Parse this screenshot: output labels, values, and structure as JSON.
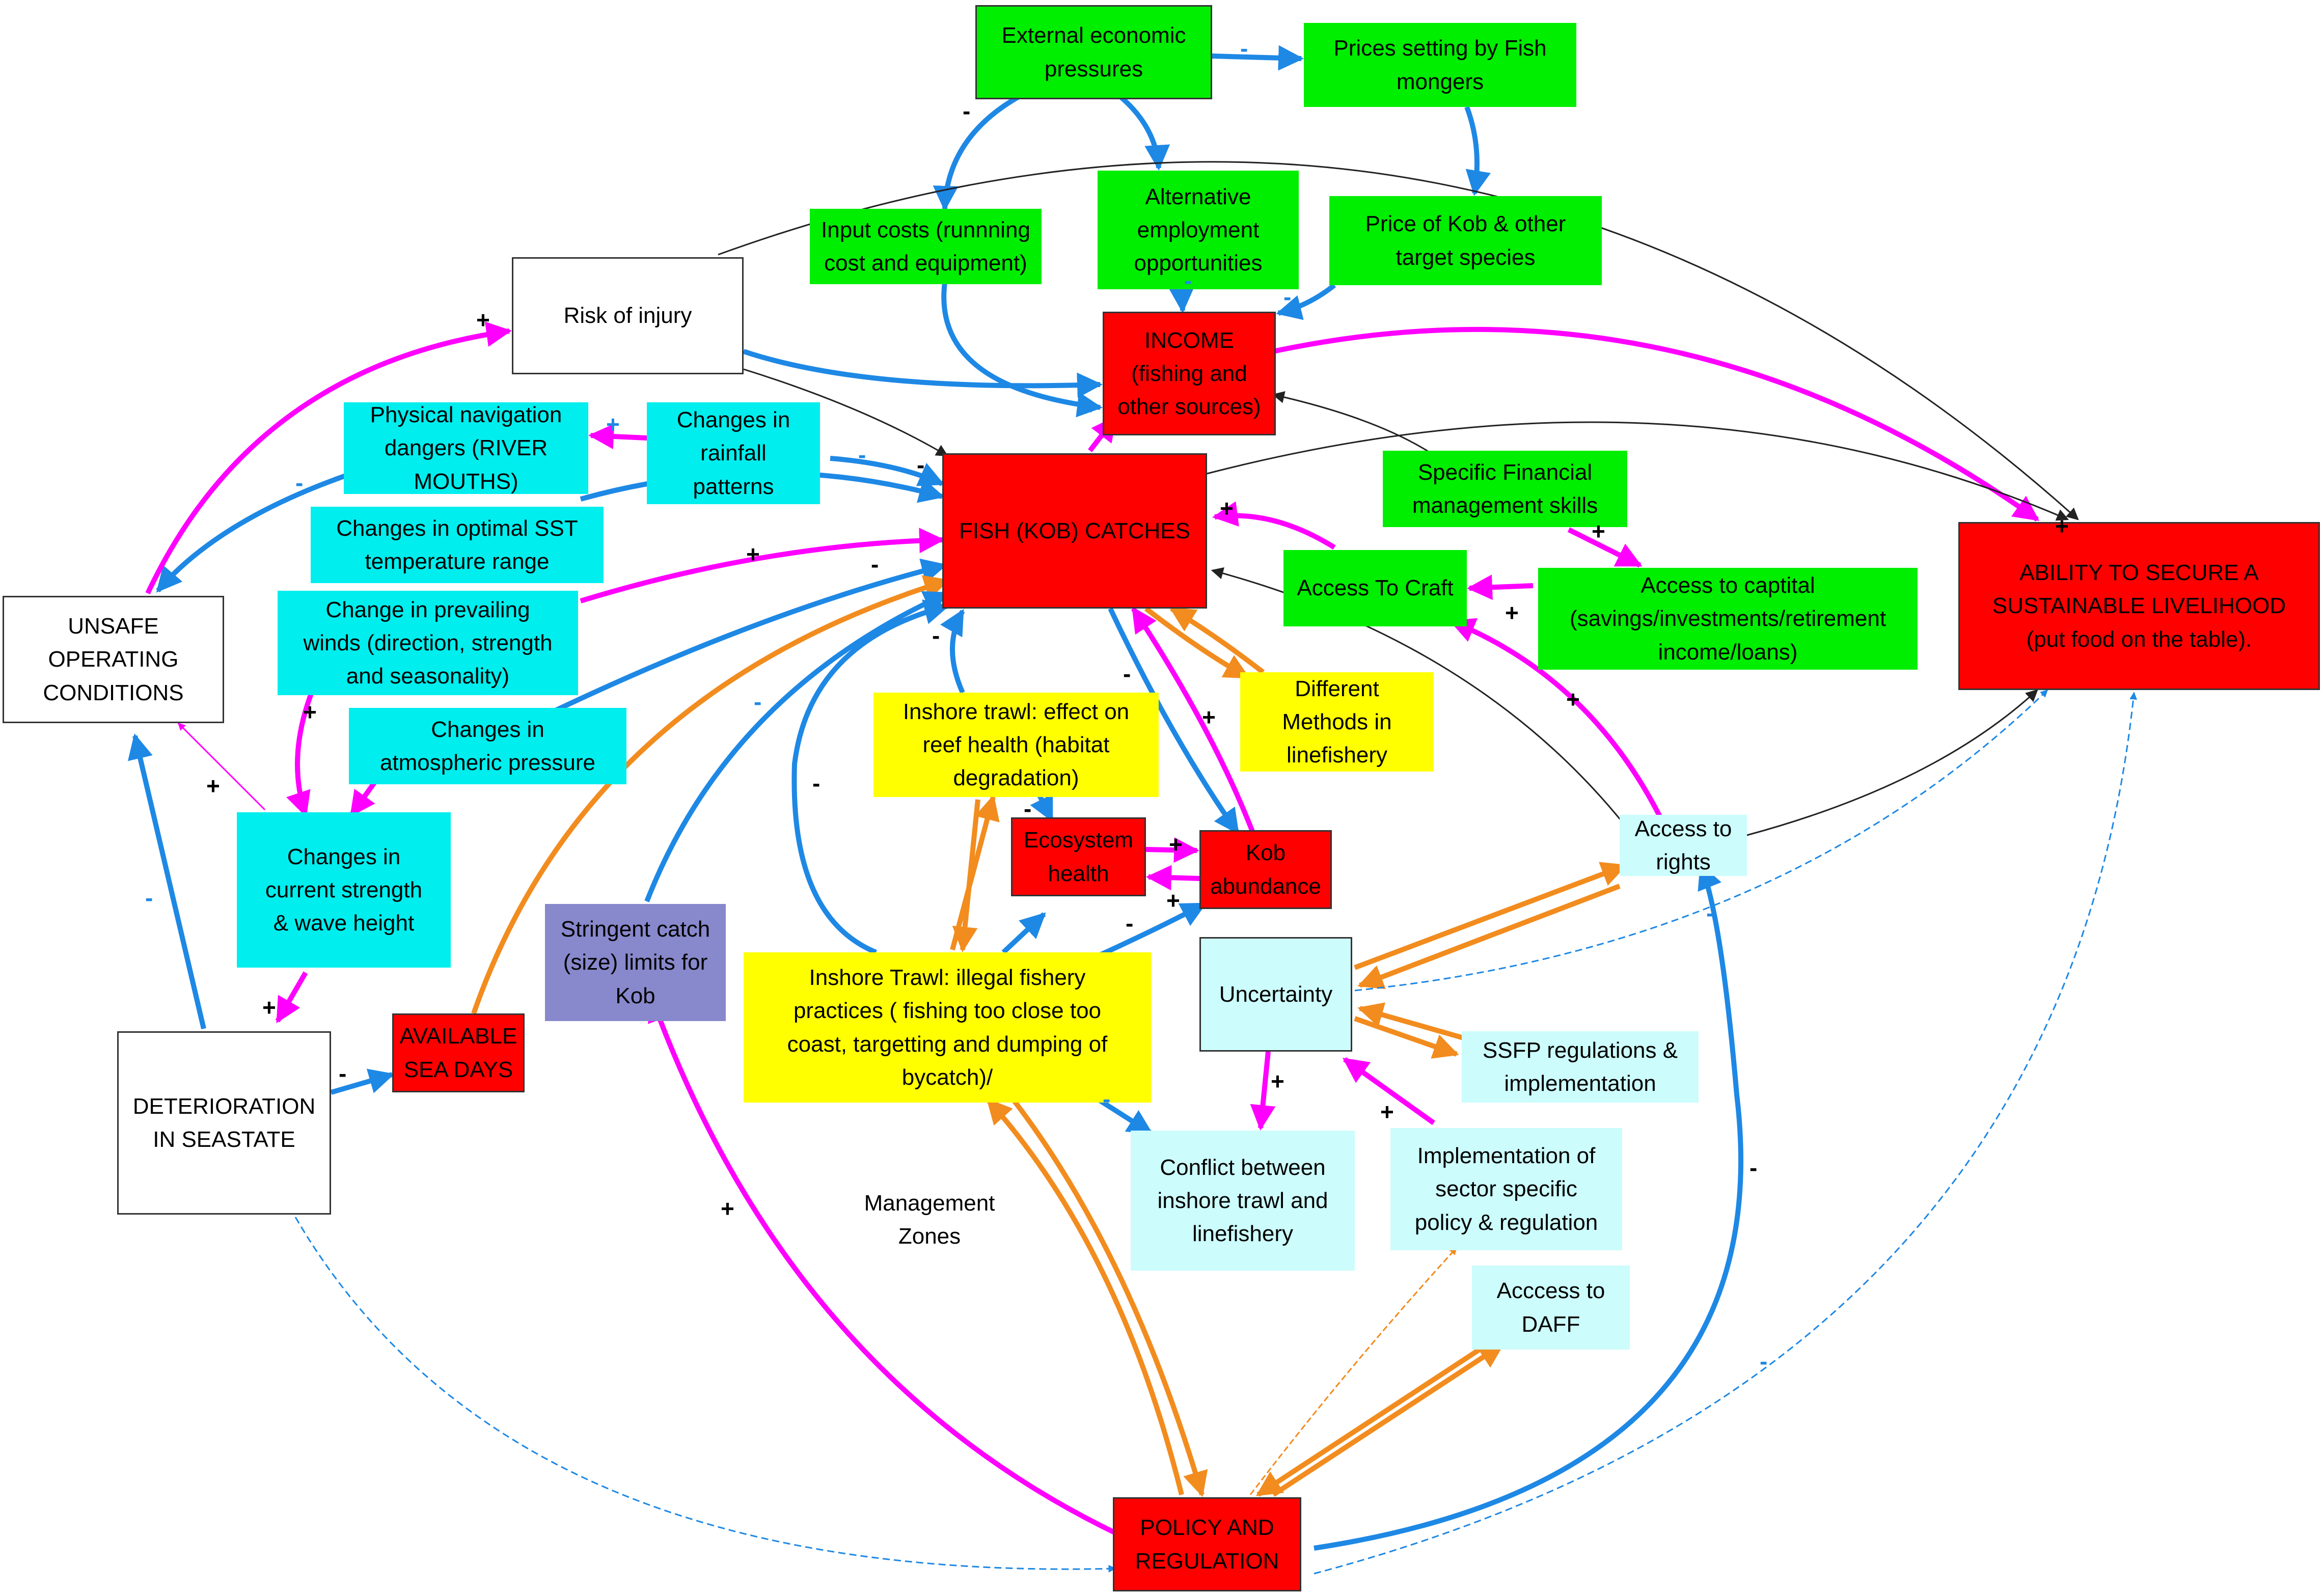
{
  "colors": {
    "economic": "#00ee00",
    "physical": "#00eeee",
    "governance": "#ccfcfc",
    "fishery_practice": "#ffff00",
    "core": "#ff0000",
    "catch_limit": "#8888cc",
    "neutral": "#ffffff",
    "link_negative": "#1e88e5",
    "link_positive": "#ff00ff",
    "link_bidirectional": "#f28c1e",
    "link_weak": "#222222"
  },
  "nodes": {
    "external_economic_pressures": {
      "lines": [
        "External economic",
        "pressures"
      ],
      "group": "economic"
    },
    "prices_setting_by_fishmongers": {
      "lines": [
        "Prices setting by Fish",
        "mongers"
      ],
      "group": "economic"
    },
    "input_costs": {
      "lines": [
        "Input costs (runnning",
        "cost and equipment)"
      ],
      "group": "economic"
    },
    "alternative_employment": {
      "lines": [
        "Alternative",
        "employment",
        "opportunities"
      ],
      "group": "economic"
    },
    "price_of_kob": {
      "lines": [
        "Price of Kob & other",
        "target species"
      ],
      "group": "economic"
    },
    "specific_financial_skills": {
      "lines": [
        "Specific Financial",
        "management skills"
      ],
      "group": "economic"
    },
    "access_to_craft": {
      "lines": [
        "Access To Craft"
      ],
      "group": "economic"
    },
    "access_to_capital": {
      "lines": [
        "Access to captital",
        "(savings/investments/retirement",
        "income/loans)"
      ],
      "group": "economic"
    },
    "risk_of_injury": {
      "lines": [
        "Risk of injury"
      ],
      "group": "neutral"
    },
    "income": {
      "lines": [
        "INCOME",
        "(fishing and",
        "other sources)"
      ],
      "group": "core"
    },
    "fish_kob_catches": {
      "lines": [
        "FISH (KOB) CATCHES"
      ],
      "group": "core"
    },
    "ability_livelihood": {
      "lines": [
        "ABILITY TO SECURE A",
        "SUSTAINABLE LIVELIHOOD",
        "(put food on the table)."
      ],
      "group": "core"
    },
    "physical_navigation_dangers": {
      "lines": [
        "Physical navigation",
        "dangers (RIVER",
        "MOUTHS)"
      ],
      "group": "physical"
    },
    "changes_in_rainfall": {
      "lines": [
        "Changes in",
        "rainfall",
        "patterns"
      ],
      "group": "physical"
    },
    "changes_in_sst": {
      "lines": [
        "Changes in optimal SST",
        "temperature range"
      ],
      "group": "physical"
    },
    "change_in_winds": {
      "lines": [
        "Change in prevailing",
        "winds (direction, strength",
        "and seasonality)"
      ],
      "group": "physical"
    },
    "changes_in_atmospheric_pressure": {
      "lines": [
        "Changes in",
        "atmospheric pressure"
      ],
      "group": "physical"
    },
    "changes_in_current": {
      "lines": [
        "Changes in",
        "current strength",
        "& wave height"
      ],
      "group": "physical"
    },
    "unsafe_operating_conditions": {
      "lines": [
        "UNSAFE",
        "OPERATING",
        "CONDITIONS"
      ],
      "group": "neutral"
    },
    "deterioration_in_seastate": {
      "lines": [
        "DETERIORATION",
        "IN SEASTATE"
      ],
      "group": "neutral"
    },
    "available_sea_days": {
      "lines": [
        "AVAILABLE",
        "SEA DAYS"
      ],
      "group": "core"
    },
    "stringent_catch_limits": {
      "lines": [
        "Stringent catch",
        "(size) limits for",
        "Kob"
      ],
      "group": "catch_limit"
    },
    "inshore_trawl_reef": {
      "lines": [
        "Inshore trawl: effect on",
        "reef health (habitat",
        "degradation)"
      ],
      "group": "fishery_practice"
    },
    "different_methods": {
      "lines": [
        "Different",
        "Methods in",
        "linefishery"
      ],
      "group": "fishery_practice"
    },
    "ecosystem_health": {
      "lines": [
        "Ecosystem",
        "health"
      ],
      "group": "core"
    },
    "kob_abundance": {
      "lines": [
        "Kob",
        "abundance"
      ],
      "group": "core"
    },
    "inshore_trawl_illegal": {
      "lines": [
        "Inshore Trawl: illegal fishery",
        "practices ( fishing too close too",
        "coast, targetting and dumping of",
        "bycatch)/"
      ],
      "group": "fishery_practice"
    },
    "access_to_rights": {
      "lines": [
        "Access to",
        "rights"
      ],
      "group": "governance"
    },
    "uncertainty": {
      "lines": [
        "Uncertainty"
      ],
      "group": "governance"
    },
    "ssfp_regulations": {
      "lines": [
        "SSFP regulations &",
        "implementation"
      ],
      "group": "governance"
    },
    "conflict_trawl_linefishery": {
      "lines": [
        "Conflict between",
        "inshore trawl and",
        "linefishery"
      ],
      "group": "governance"
    },
    "implementation_sector_policy": {
      "lines": [
        "Implementation of",
        "sector specific",
        "policy & regulation"
      ],
      "group": "governance"
    },
    "access_to_daff": {
      "lines": [
        "Acccess to",
        "DAFF"
      ],
      "group": "governance"
    },
    "policy_and_regulation": {
      "lines": [
        "POLICY AND",
        "REGULATION"
      ],
      "group": "core"
    },
    "management_zones": {
      "lines": [
        "Management",
        "Zones"
      ],
      "group": "free"
    }
  },
  "links": [
    {
      "from": "external_economic_pressures",
      "to": "prices_setting_by_fishmongers",
      "type": "negative",
      "sign": "-"
    },
    {
      "from": "external_economic_pressures",
      "to": "input_costs",
      "type": "negative",
      "sign": "-"
    },
    {
      "from": "external_economic_pressures",
      "to": "alternative_employment",
      "type": "negative",
      "sign": "-"
    },
    {
      "from": "prices_setting_by_fishmongers",
      "to": "price_of_kob",
      "type": "negative",
      "sign": ""
    },
    {
      "from": "alternative_employment",
      "to": "income",
      "type": "negative",
      "sign": "-"
    },
    {
      "from": "price_of_kob",
      "to": "income",
      "type": "negative",
      "sign": "-"
    },
    {
      "from": "input_costs",
      "to": "income",
      "type": "negative",
      "sign": "-"
    },
    {
      "from": "risk_of_injury",
      "to": "income",
      "type": "negative",
      "sign": ""
    },
    {
      "from": "income",
      "to": "ability_livelihood",
      "type": "positive",
      "sign": ""
    },
    {
      "from": "fish_kob_catches",
      "to": "income",
      "type": "positive",
      "sign": ""
    },
    {
      "from": "risk_of_injury",
      "to": "ability_livelihood",
      "type": "weak",
      "sign": ""
    },
    {
      "from": "risk_of_injury",
      "to": "fish_kob_catches",
      "type": "weak",
      "sign": ""
    },
    {
      "from": "fish_kob_catches",
      "to": "ability_livelihood",
      "type": "weak",
      "sign": "+"
    },
    {
      "from": "specific_financial_skills",
      "to": "income",
      "type": "weak",
      "sign": ""
    },
    {
      "from": "specific_financial_skills",
      "to": "access_to_capital",
      "type": "positive",
      "sign": "+"
    },
    {
      "from": "access_to_capital",
      "to": "access_to_craft",
      "type": "positive",
      "sign": "+"
    },
    {
      "from": "access_to_craft",
      "to": "fish_kob_catches",
      "type": "positive",
      "sign": "+"
    },
    {
      "from": "changes_in_rainfall",
      "to": "physical_navigation_dangers",
      "type": "positive",
      "sign": "+"
    },
    {
      "from": "changes_in_rainfall",
      "to": "fish_kob_catches",
      "type": "negative",
      "sign": "-"
    },
    {
      "from": "changes_in_sst",
      "to": "fish_kob_catches",
      "type": "negative",
      "sign": "-"
    },
    {
      "from": "change_in_winds",
      "to": "fish_kob_catches",
      "type": "positive",
      "sign": "+"
    },
    {
      "from": "changes_in_atmospheric_pressure",
      "to": "fish_kob_catches",
      "type": "negative",
      "sign": "-"
    },
    {
      "from": "physical_navigation_dangers",
      "to": "unsafe_operating_conditions",
      "type": "negative",
      "sign": "-"
    },
    {
      "from": "unsafe_operating_conditions",
      "to": "risk_of_injury",
      "type": "positive",
      "sign": "+"
    },
    {
      "from": "change_in_winds",
      "to": "changes_in_current",
      "type": "positive",
      "sign": "+"
    },
    {
      "from": "changes_in_atmospheric_pressure",
      "to": "changes_in_current",
      "type": "positive",
      "sign": ""
    },
    {
      "from": "changes_in_current",
      "to": "unsafe_operating_conditions",
      "type": "positive",
      "sign": "+"
    },
    {
      "from": "changes_in_current",
      "to": "deterioration_in_seastate",
      "type": "positive",
      "sign": "+"
    },
    {
      "from": "deterioration_in_seastate",
      "to": "unsafe_operating_conditions",
      "type": "negative",
      "sign": "-"
    },
    {
      "from": "deterioration_in_seastate",
      "to": "available_sea_days",
      "type": "negative",
      "sign": "-"
    },
    {
      "from": "available_sea_days",
      "to": "fish_kob_catches",
      "type": "bidirectional",
      "sign": ""
    },
    {
      "from": "stringent_catch_limits",
      "to": "fish_kob_catches",
      "type": "negative",
      "sign": "-"
    },
    {
      "from": "inshore_trawl_illegal",
      "to": "fish_kob_catches",
      "type": "negative",
      "sign": "-"
    },
    {
      "from": "inshore_trawl_reef",
      "to": "fish_kob_catches",
      "type": "negative",
      "sign": "-"
    },
    {
      "from": "fish_kob_catches",
      "to": "different_methods",
      "type": "bidirectional",
      "sign": ""
    },
    {
      "from": "fish_kob_catches",
      "to": "kob_abundance",
      "type": "negative",
      "sign": "-"
    },
    {
      "from": "kob_abundance",
      "to": "fish_kob_catches",
      "type": "positive",
      "sign": "+"
    },
    {
      "from": "inshore_trawl_reef",
      "to": "ecosystem_health",
      "type": "negative",
      "sign": "-"
    },
    {
      "from": "ecosystem_health",
      "to": "kob_abundance",
      "type": "positive",
      "sign": "+"
    },
    {
      "from": "kob_abundance",
      "to": "ecosystem_health",
      "type": "positive",
      "sign": "+"
    },
    {
      "from": "inshore_trawl_illegal",
      "to": "ecosystem_health",
      "type": "negative",
      "sign": ""
    },
    {
      "from": "inshore_trawl_illegal",
      "to": "kob_abundance",
      "type": "negative",
      "sign": "-"
    },
    {
      "from": "inshore_trawl_illegal",
      "to": "inshore_trawl_reef",
      "type": "bidirectional",
      "sign": ""
    },
    {
      "from": "inshore_trawl_illegal",
      "to": "conflict_trawl_linefishery",
      "type": "negative",
      "sign": "-"
    },
    {
      "from": "uncertainty",
      "to": "conflict_trawl_linefishery",
      "type": "positive",
      "sign": "+"
    },
    {
      "from": "implementation_sector_policy",
      "to": "uncertainty",
      "type": "positive",
      "sign": "+"
    },
    {
      "from": "uncertainty",
      "to": "ssfp_regulations",
      "type": "bidirectional",
      "sign": ""
    },
    {
      "from": "uncertainty",
      "to": "access_to_rights",
      "type": "bidirectional",
      "sign": ""
    },
    {
      "from": "access_to_rights",
      "to": "access_to_craft",
      "type": "positive",
      "sign": "+"
    },
    {
      "from": "access_to_rights",
      "to": "ability_livelihood",
      "type": "weak",
      "sign": ""
    },
    {
      "from": "uncertainty",
      "to": "ability_livelihood",
      "type": "weak_blue",
      "sign": "-"
    },
    {
      "from": "access_to_rights",
      "to": "fish_kob_catches",
      "type": "weak",
      "sign": ""
    },
    {
      "from": "policy_and_regulation",
      "to": "access_to_rights",
      "type": "negative",
      "sign": "-"
    },
    {
      "from": "policy_and_regulation",
      "to": "stringent_catch_limits",
      "type": "positive",
      "sign": "+"
    },
    {
      "from": "policy_and_regulation",
      "to": "inshore_trawl_illegal",
      "type": "bidirectional",
      "sign": ""
    },
    {
      "from": "policy_and_regulation",
      "to": "access_to_daff",
      "type": "bidirectional",
      "sign": ""
    },
    {
      "from": "policy_and_regulation",
      "to": "implementation_sector_policy",
      "type": "weak_orange",
      "sign": ""
    },
    {
      "from": "policy_and_regulation",
      "to": "ability_livelihood",
      "type": "weak_blue",
      "sign": "-"
    },
    {
      "from": "deterioration_in_seastate",
      "to": "policy_and_regulation",
      "type": "weak_blue",
      "sign": ""
    }
  ]
}
